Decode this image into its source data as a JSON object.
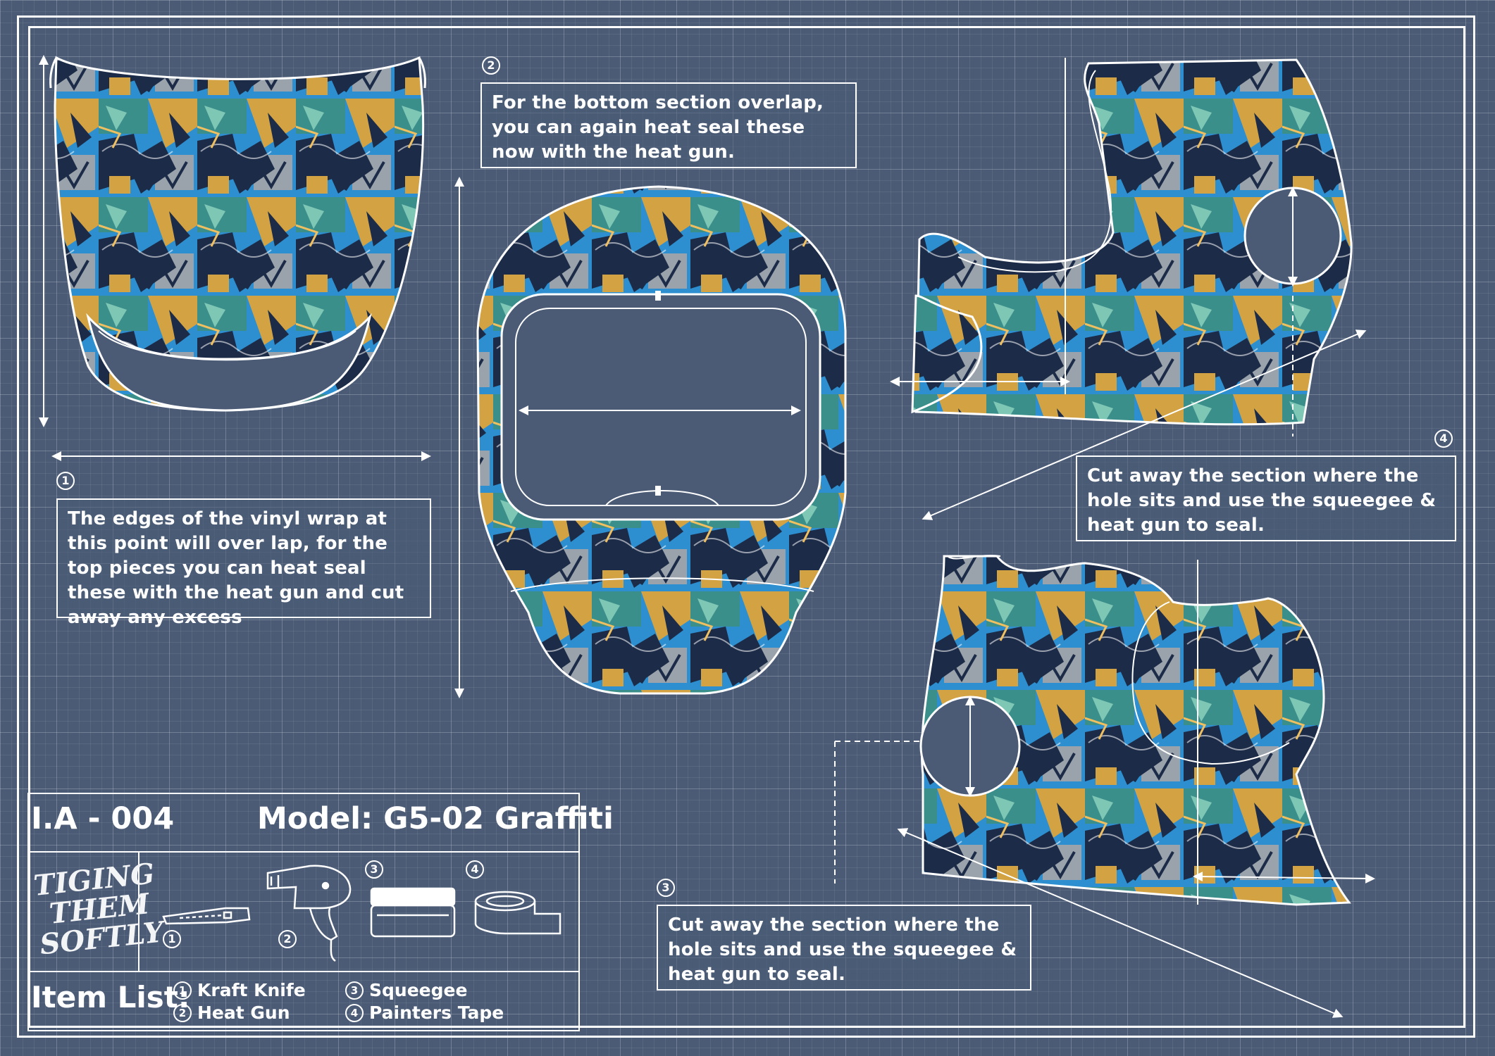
{
  "notes": [
    {
      "marker": "1",
      "text": "The edges of the vinyl wrap at this point will over lap, for the top pieces you can heat seal these with the heat gun and cut away any excess"
    },
    {
      "marker": "2",
      "text": "For the bottom section overlap, you can again heat seal these now with the heat gun."
    },
    {
      "marker": "4",
      "text": "Cut away the section where the hole sits and use the squeegee & heat gun to seal."
    },
    {
      "marker": "3",
      "text": "Cut away the section where the hole sits and use the squeegee & heat gun to seal."
    }
  ],
  "title_block": {
    "id": "I.A - 004",
    "model": "Model: G5-02 Graffiti",
    "logo_lines": [
      "TIGING",
      "THEM",
      "SOFTLY"
    ],
    "tool_numbers": [
      "1",
      "2",
      "3",
      "4"
    ],
    "item_list_heading": "Item List:",
    "items": [
      {
        "marker": "1",
        "label": "Kraft Knife"
      },
      {
        "marker": "2",
        "label": "Heat Gun"
      },
      {
        "marker": "3",
        "label": "Squeegee"
      },
      {
        "marker": "4",
        "label": "Painters Tape"
      }
    ]
  },
  "colors": {
    "background": "#4b5b76",
    "line": "#ffffff",
    "pattern_dark": "#1c2b48",
    "pattern_blue": "#2d8fd0",
    "pattern_teal": "#3b8f8b",
    "pattern_gold": "#d3a343",
    "pattern_grey": "#9aa3ab",
    "pattern_mint": "#7fc7b5"
  },
  "icons": [
    "kraft-knife-icon",
    "heat-gun-icon",
    "squeegee-icon",
    "painters-tape-icon"
  ]
}
